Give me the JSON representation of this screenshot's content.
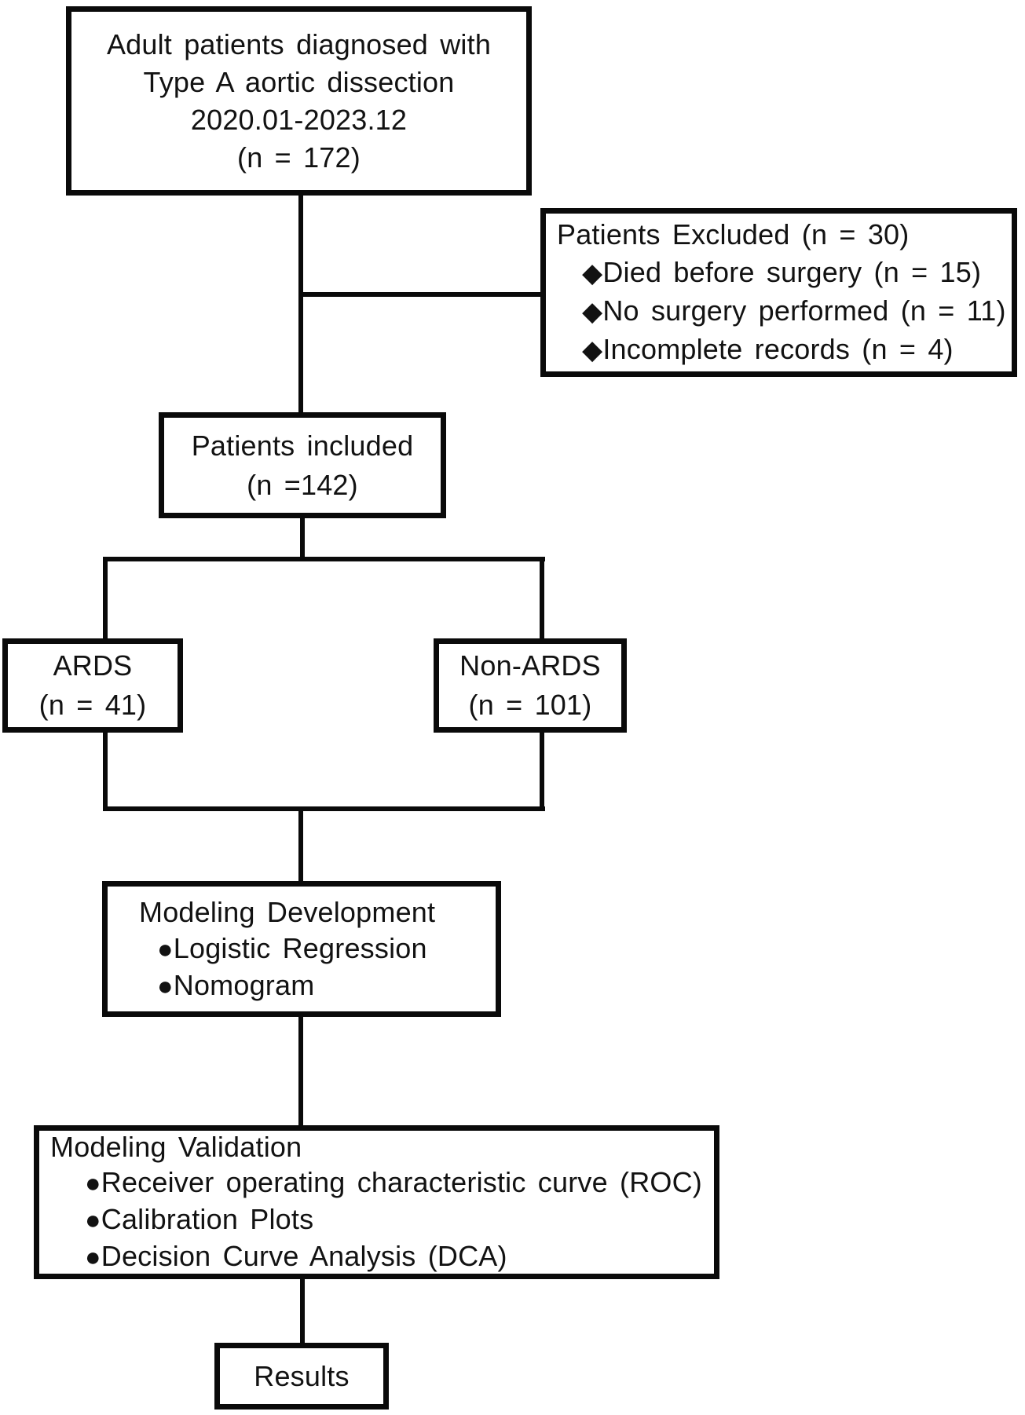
{
  "flowchart": {
    "colors": {
      "line": "#0a0a0a",
      "background": "#ffffff",
      "text": "#121212"
    },
    "top_box": {
      "line1": "Adult patients diagnosed with",
      "line2": "Type A aortic dissection",
      "line3": "2020.01-2023.12",
      "line4": "(n = 172)"
    },
    "excluded_box": {
      "title": "Patients Excluded (n = 30)",
      "bullet_glyph": "◆",
      "items": [
        "Died before surgery (n = 15)",
        "No surgery performed (n = 11)",
        "Incomplete records (n = 4)"
      ]
    },
    "included_box": {
      "line1": "Patients included",
      "line2": "(n =142)"
    },
    "ards_box": {
      "line1": "ARDS",
      "line2": "(n = 41)"
    },
    "non_ards_box": {
      "line1": "Non-ARDS",
      "line2": "(n = 101)"
    },
    "model_dev_box": {
      "title": "Modeling Development",
      "bullet_glyph": "●",
      "items": [
        "Logistic Regression",
        "Nomogram"
      ]
    },
    "model_val_box": {
      "title": "Modeling Validation",
      "bullet_glyph": "●",
      "items": [
        "Receiver operating characteristic curve (ROC)",
        "Calibration Plots",
        "Decision Curve Analysis (DCA)"
      ]
    },
    "results_box": {
      "label": "Results"
    }
  }
}
